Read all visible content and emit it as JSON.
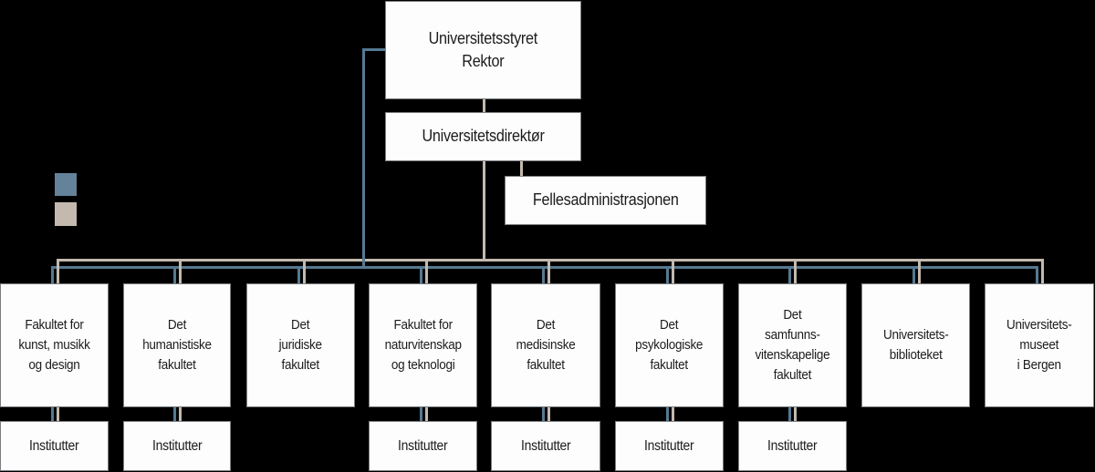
{
  "colors": {
    "background": "#000000",
    "box_fill": "#fdfdfd",
    "box_border": "#7b7d80",
    "text": "#1c1c1c",
    "blue_line": "#557992",
    "beige_line": "#C3B9AE",
    "legend_blue": "#64829A",
    "legend_beige": "#C3B9AE"
  },
  "legend": [
    {
      "swatch": "blue",
      "color": "#64829A"
    },
    {
      "swatch": "beige",
      "color": "#C3B9AE"
    }
  ],
  "nodes": {
    "board": "Universitetsstyret\nRektor",
    "director": "Universitetsdirektør",
    "central_admin": "Fellesadministrasjonen"
  },
  "faculties": [
    {
      "label": "Fakultet for\nkunst, musikk\nog design",
      "institutes": "Institutter"
    },
    {
      "label": "Det\nhumanistiske\nfakultet",
      "institutes": "Institutter"
    },
    {
      "label": "Det\njuridiske\nfakultet"
    },
    {
      "label": "Fakultet for\nnaturvitenskap\nog teknologi",
      "institutes": "Institutter"
    },
    {
      "label": "Det\nmedisinske\nfakultet",
      "institutes": "Institutter"
    },
    {
      "label": "Det\npsykologiske\nfakultet",
      "institutes": "Institutter"
    },
    {
      "label": "Det\nsamfunns-\nvitenskapelige\nfakultet",
      "institutes": "Institutter"
    },
    {
      "label": "Universitets-\nbiblioteket"
    },
    {
      "label": "Universitets-\nmuseet\ni Bergen"
    }
  ]
}
